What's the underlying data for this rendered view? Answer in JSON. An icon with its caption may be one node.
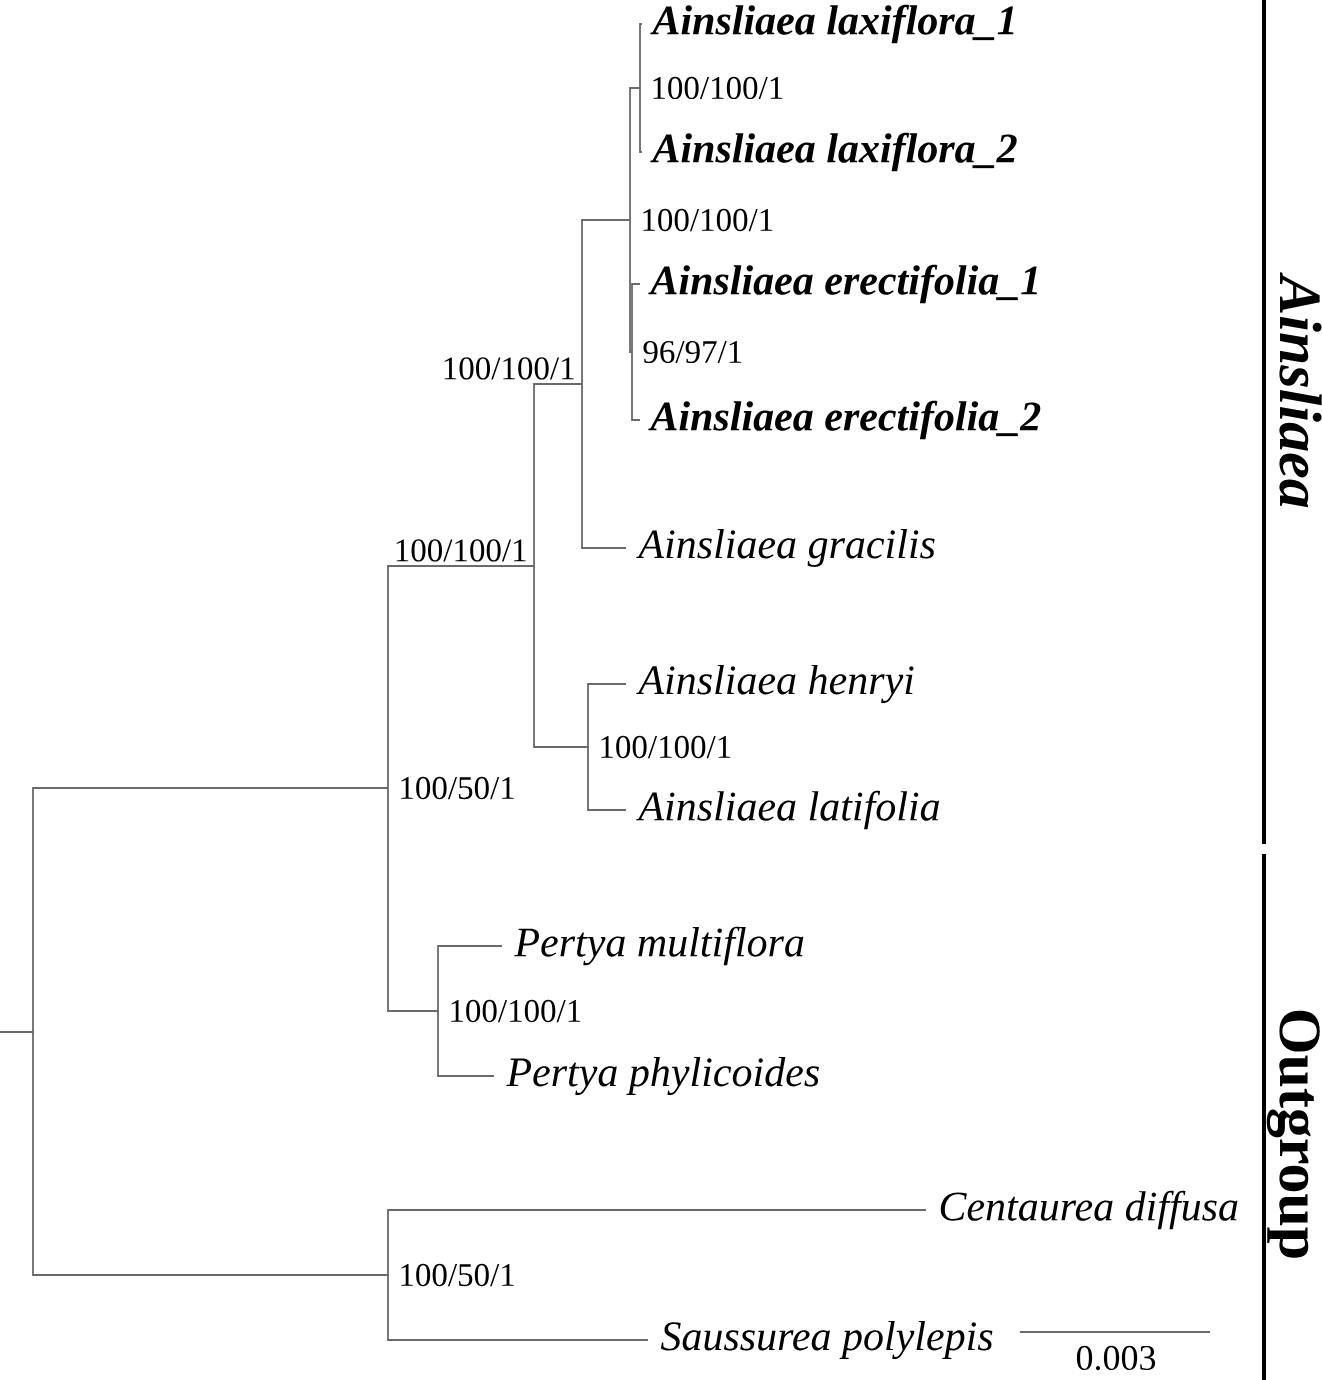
{
  "diagram": {
    "nodes": [
      {
        "text": [
          "Ainsliaea laxiflora_1"
        ]
      },
      {
        "text": [
          "100/100/1"
        ]
      },
      {
        "text": [
          "Ainsliaea laxiflora_2"
        ]
      },
      {
        "text": [
          "100/100/1"
        ]
      },
      {
        "text": [
          "Ainsliaea erectifolia_1"
        ]
      },
      {
        "text": [
          "96/97/1"
        ]
      },
      {
        "text": [
          "Ainsliaea erectifolia_2"
        ]
      },
      {
        "text": [
          "100/100/1"
        ]
      },
      {
        "text": [
          "Ainsliaea gracilis"
        ]
      },
      {
        "text": [
          "100/100/1"
        ]
      },
      {
        "text": [
          "Ainsliaea henryi"
        ]
      },
      {
        "text": [
          "100/100/1"
        ]
      },
      {
        "text": [
          "100/50/1"
        ]
      },
      {
        "text": [
          "Ainsliaea latifolia"
        ]
      },
      {
        "text": [
          "Pertya multiflora"
        ]
      },
      {
        "text": [
          "100/100/1"
        ]
      },
      {
        "text": [
          "Pertya phylicoides"
        ]
      },
      {
        "text": [
          "Centaurea diffusa"
        ]
      },
      {
        "text": [
          "100/50/1"
        ]
      },
      {
        "text": [
          "Saussurea polylepis"
        ]
      }
    ],
    "edges": [
      {
        "from": null,
        "to": 12,
        "arrow": "none"
      },
      {
        "from": null,
        "to": 18,
        "arrow": "none"
      },
      {
        "from": 12,
        "to": 9,
        "arrow": "none"
      },
      {
        "from": 12,
        "to": 15,
        "arrow": "none"
      },
      {
        "from": 9,
        "to": 7,
        "arrow": "none"
      },
      {
        "from": 9,
        "to": 11,
        "arrow": "none"
      },
      {
        "from": 7,
        "to": 3,
        "arrow": "none"
      },
      {
        "from": 7,
        "to": 8,
        "arrow": "none"
      },
      {
        "from": 3,
        "to": 1,
        "arrow": "none"
      },
      {
        "from": 3,
        "to": 5,
        "arrow": "none"
      },
      {
        "from": 1,
        "to": 0,
        "arrow": "none"
      },
      {
        "from": 1,
        "to": 2,
        "arrow": "none"
      },
      {
        "from": 5,
        "to": 4,
        "arrow": "none"
      },
      {
        "from": 5,
        "to": 6,
        "arrow": "none"
      },
      {
        "from": 11,
        "to": 10,
        "arrow": "none"
      },
      {
        "from": 11,
        "to": 13,
        "arrow": "none"
      },
      {
        "from": 15,
        "to": 14,
        "arrow": "none"
      },
      {
        "from": 15,
        "to": 16,
        "arrow": "none"
      },
      {
        "from": 18,
        "to": 17,
        "arrow": "none"
      },
      {
        "from": 18,
        "to": 19,
        "arrow": "none"
      }
    ],
    "labels": [
      "Ainsliaea",
      "Outgroup",
      "0.003"
    ]
  }
}
